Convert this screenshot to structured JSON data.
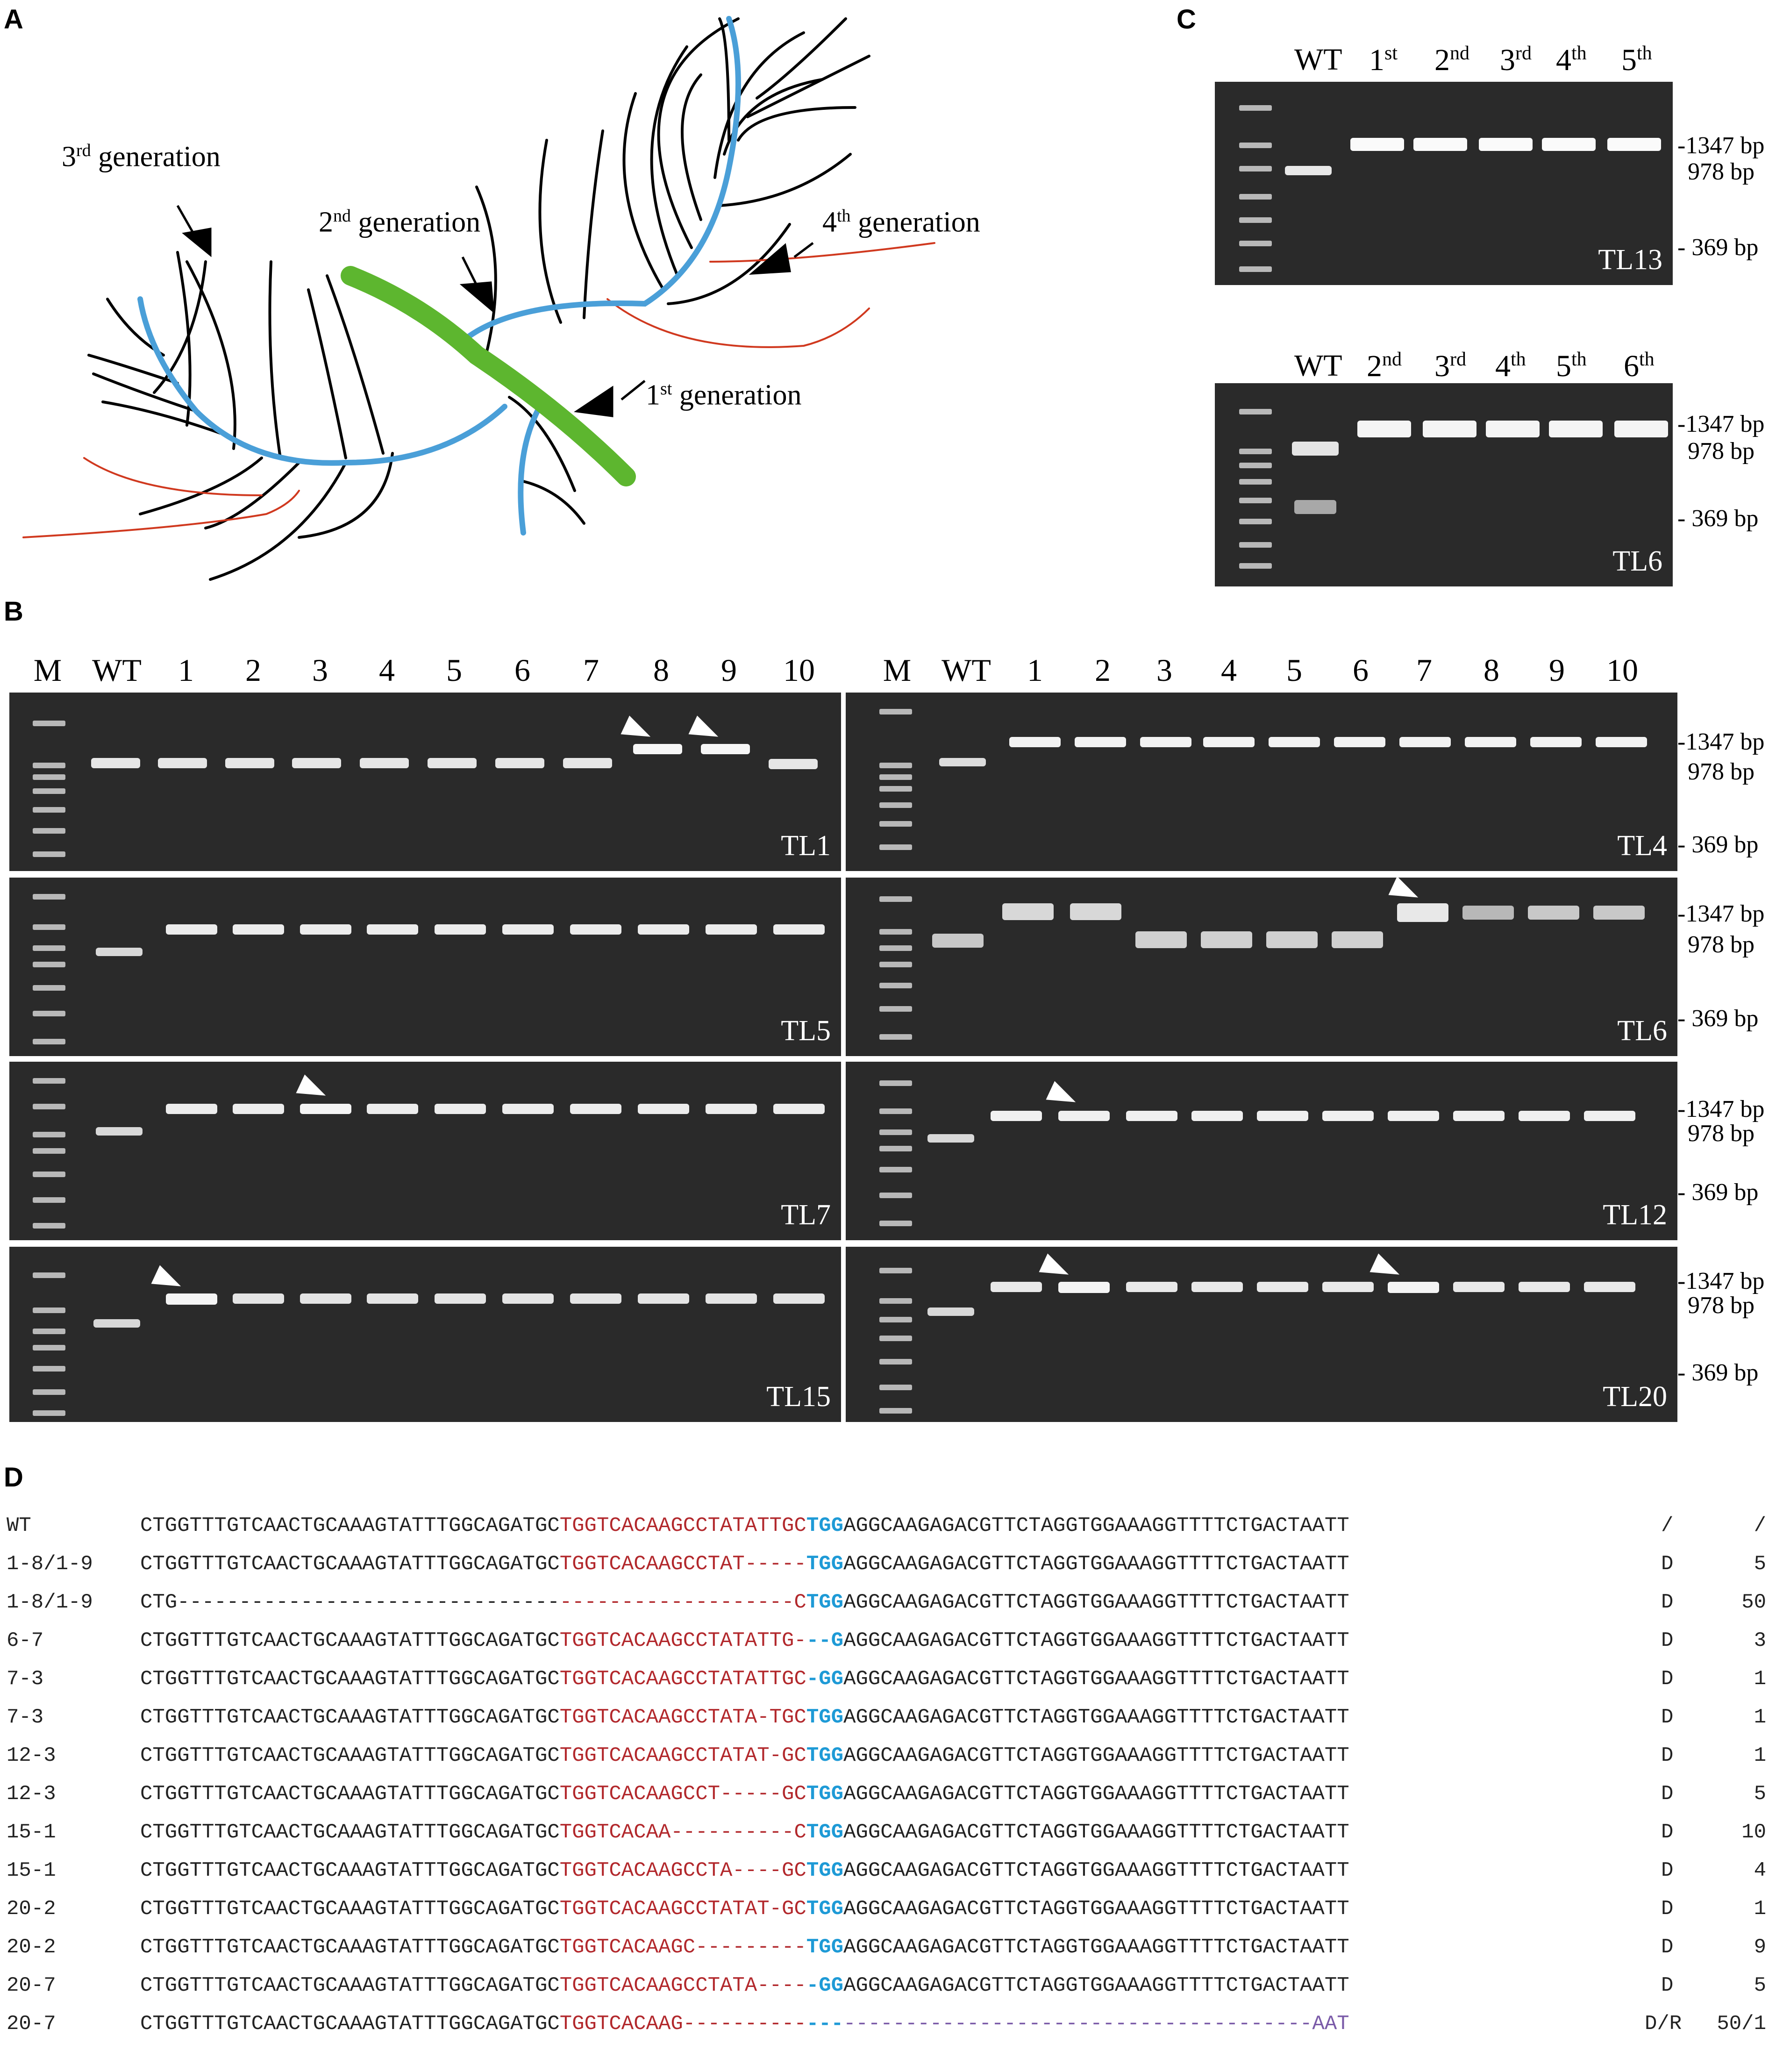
{
  "panels": {
    "a": "A",
    "b": "B",
    "c": "C",
    "d": "D"
  },
  "panel_a": {
    "gen3": {
      "num": "3",
      "sup": "rd",
      "text": " generation"
    },
    "gen2": {
      "num": "2",
      "sup": "nd",
      "text": " generation"
    },
    "gen4": {
      "num": "4",
      "sup": "th",
      "text": " generation"
    },
    "gen1": {
      "num": "1",
      "sup": "st",
      "text": "  generation"
    },
    "colors": {
      "green": "#5db62f",
      "blue": "#4a9fd8",
      "black": "#000000",
      "red": "#d0391f"
    }
  },
  "bp_labels": {
    "top": "-1347 bp",
    "mid": "978 bp",
    "low": "369 bp"
  },
  "panel_b": {
    "lanes": [
      "M",
      "WT",
      "1",
      "2",
      "3",
      "4",
      "5",
      "6",
      "7",
      "8",
      "9",
      "10"
    ],
    "gels": [
      {
        "name": "TL1"
      },
      {
        "name": "TL4"
      },
      {
        "name": "TL5"
      },
      {
        "name": "TL6"
      },
      {
        "name": "TL7"
      },
      {
        "name": "TL12"
      },
      {
        "name": "TL15"
      },
      {
        "name": "TL20"
      }
    ]
  },
  "panel_c": {
    "gel1": {
      "name": "TL13",
      "lanes": [
        {
          "num": "WT",
          "sup": ""
        },
        {
          "num": "1",
          "sup": "st"
        },
        {
          "num": "2",
          "sup": "nd"
        },
        {
          "num": "3",
          "sup": "rd"
        },
        {
          "num": "4",
          "sup": "th"
        },
        {
          "num": "5",
          "sup": "th"
        }
      ]
    },
    "gel2": {
      "name": "TL6",
      "lanes": [
        {
          "num": "WT",
          "sup": ""
        },
        {
          "num": "2",
          "sup": "nd"
        },
        {
          "num": "3",
          "sup": "rd"
        },
        {
          "num": "4",
          "sup": "th"
        },
        {
          "num": "5",
          "sup": "th"
        },
        {
          "num": "6",
          "sup": "th"
        }
      ]
    }
  },
  "panel_d": {
    "rows": [
      {
        "id": "WT",
        "pre": "CTGGTTTGTCAACTGCAAAGTATTTGGCAGATGC",
        "target": "TGGTCACAAGCCTATATTGC",
        "pam": "TGG",
        "post": "AGGCAAGAGACGTTCTAGGTGGAAAGGTTTTCTGACTAATT",
        "type": "/",
        "len": "/"
      },
      {
        "id": "1-8/1-9",
        "pre": "CTGGTTTGTCAACTGCAAAGTATTTGGCAGATGC",
        "target": "TGGTCACAAGCCTAT-----",
        "pam": "TGG",
        "post": "AGGCAAGAGACGTTCTAGGTGGAAAGGTTTTCTGACTAATT",
        "type": "D",
        "len": "5"
      },
      {
        "id": "1-8/1-9",
        "pre": "CTG-------------------------------",
        "target": "-------------------C",
        "pam": "TGG",
        "post": "AGGCAAGAGACGTTCTAGGTGGAAAGGTTTTCTGACTAATT",
        "type": "D",
        "len": "50"
      },
      {
        "id": "6-7",
        "pre": "CTGGTTTGTCAACTGCAAAGTATTTGGCAGATGC",
        "target": "TGGTCACAAGCCTATATTG-",
        "pam": "--G",
        "post": "AGGCAAGAGACGTTCTAGGTGGAAAGGTTTTCTGACTAATT",
        "type": "D",
        "len": "3"
      },
      {
        "id": "7-3",
        "pre": "CTGGTTTGTCAACTGCAAAGTATTTGGCAGATGC",
        "target": "TGGTCACAAGCCTATATTGC",
        "pam": "-GG",
        "post": "AGGCAAGAGACGTTCTAGGTGGAAAGGTTTTCTGACTAATT",
        "type": "D",
        "len": "1"
      },
      {
        "id": "7-3",
        "pre": "CTGGTTTGTCAACTGCAAAGTATTTGGCAGATGC",
        "target": "TGGTCACAAGCCTATA-TGC",
        "pam": "TGG",
        "post": "AGGCAAGAGACGTTCTAGGTGGAAAGGTTTTCTGACTAATT",
        "type": "D",
        "len": "1"
      },
      {
        "id": "12-3",
        "pre": "CTGGTTTGTCAACTGCAAAGTATTTGGCAGATGC",
        "target": "TGGTCACAAGCCTATAT-GC",
        "pam": "TGG",
        "post": "AGGCAAGAGACGTTCTAGGTGGAAAGGTTTTCTGACTAATT",
        "type": "D",
        "len": "1"
      },
      {
        "id": "12-3",
        "pre": "CTGGTTTGTCAACTGCAAAGTATTTGGCAGATGC",
        "target": "TGGTCACAAGCCT-----GC",
        "pam": "TGG",
        "post": "AGGCAAGAGACGTTCTAGGTGGAAAGGTTTTCTGACTAATT",
        "type": "D",
        "len": "5"
      },
      {
        "id": "15-1",
        "pre": "CTGGTTTGTCAACTGCAAAGTATTTGGCAGATGC",
        "target": "TGGTCACAA----------C",
        "pam": "TGG",
        "post": "AGGCAAGAGACGTTCTAGGTGGAAAGGTTTTCTGACTAATT",
        "type": "D",
        "len": "10"
      },
      {
        "id": "15-1",
        "pre": "CTGGTTTGTCAACTGCAAAGTATTTGGCAGATGC",
        "target": "TGGTCACAAGCCTA----GC",
        "pam": "TGG",
        "post": "AGGCAAGAGACGTTCTAGGTGGAAAGGTTTTCTGACTAATT",
        "type": "D",
        "len": "4"
      },
      {
        "id": "20-2",
        "pre": "CTGGTTTGTCAACTGCAAAGTATTTGGCAGATGC",
        "target": "TGGTCACAAGCCTATAT-GC",
        "pam": "TGG",
        "post": "AGGCAAGAGACGTTCTAGGTGGAAAGGTTTTCTGACTAATT",
        "type": "D",
        "len": "1"
      },
      {
        "id": "20-2",
        "pre": "CTGGTTTGTCAACTGCAAAGTATTTGGCAGATGC",
        "target": "TGGTCACAAGC---------",
        "pam": "TGG",
        "post": "AGGCAAGAGACGTTCTAGGTGGAAAGGTTTTCTGACTAATT",
        "type": "D",
        "len": "9"
      },
      {
        "id": "20-7",
        "pre": "CTGGTTTGTCAACTGCAAAGTATTTGGCAGATGC",
        "target": "TGGTCACAAGCCTATA----",
        "pam": "-GG",
        "post": "AGGCAAGAGACGTTCTAGGTGGAAAGGTTTTCTGACTAATT",
        "type": "D",
        "len": "5"
      },
      {
        "id": "20-7",
        "pre": "CTGGTTTGTCAACTGCAAAGTATTTGGCAGATGC",
        "target": "TGGTCACAAG----------",
        "pam": "---",
        "post": "--------------------------------------AAT",
        "type": "D/R",
        "len": "50/1"
      }
    ]
  }
}
